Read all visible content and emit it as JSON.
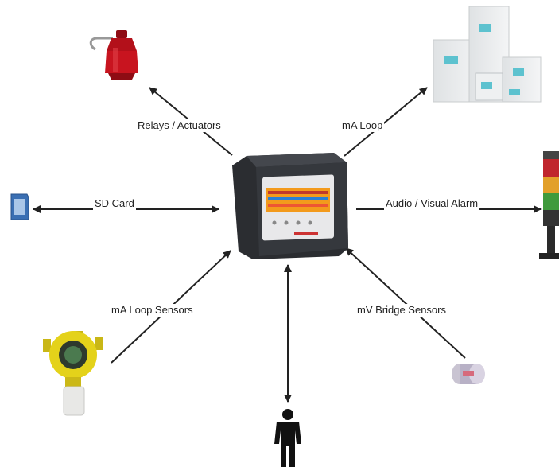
{
  "labels": {
    "relays": "Relays / Actuators",
    "ma_loop": "mA Loop",
    "sd_card": "SD Card",
    "audio_visual": "Audio / Visual Alarm",
    "ma_loop_sensors": "mA Loop Sensors",
    "mv_bridge_sensors": "mV Bridge Sensors"
  },
  "icons": {
    "controller": "gas-detection-controller-icon",
    "relay": "beacon-relay-icon",
    "ma_loop": "control-cabinet-icon",
    "sd_card": "sd-card-icon",
    "alarm": "stack-light-icon",
    "ma_sensor": "gas-detector-icon",
    "mv_sensor": "catalytic-bead-sensor-icon",
    "user": "person-icon"
  },
  "colors": {
    "arrow": "#222222",
    "beacon": "#b3101a",
    "detector": "#e4d21a",
    "controller_body": "#2b2d31",
    "screen": "#f39a1c"
  }
}
